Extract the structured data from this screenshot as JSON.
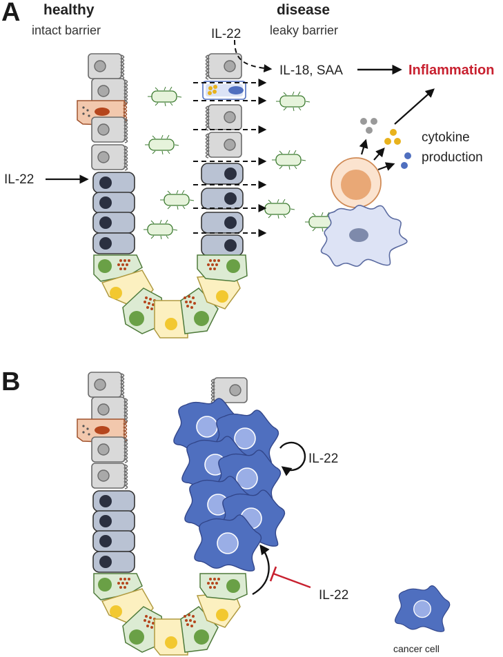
{
  "panels": {
    "a": "A",
    "b": "B"
  },
  "panel_a": {
    "healthy_title": "healthy",
    "healthy_sub": "intact barrier",
    "disease_title": "disease",
    "disease_sub": "leaky barrier",
    "il22_top": "IL-22",
    "il22_left": "IL-22",
    "il18_saa": "IL-18, SAA",
    "inflammation": "Inflammation",
    "cytokine_line1": "cytokine",
    "cytokine_line2": "production"
  },
  "panel_b": {
    "il22_loop": "IL-22",
    "il22_inhibit": "IL-22",
    "legend_cancer": "cancer cell"
  },
  "colors": {
    "gray_cell": "#d9d9d9",
    "blue_cell": "#b9c2d3",
    "green_cell": "#dcebd3",
    "yellow_cell": "#fcf0c0",
    "tuft_cell": "#f2c8ad",
    "cancer": "#4f6fbf",
    "inflammation_red": "#c8202f",
    "bacteria": "#e6f3db"
  }
}
